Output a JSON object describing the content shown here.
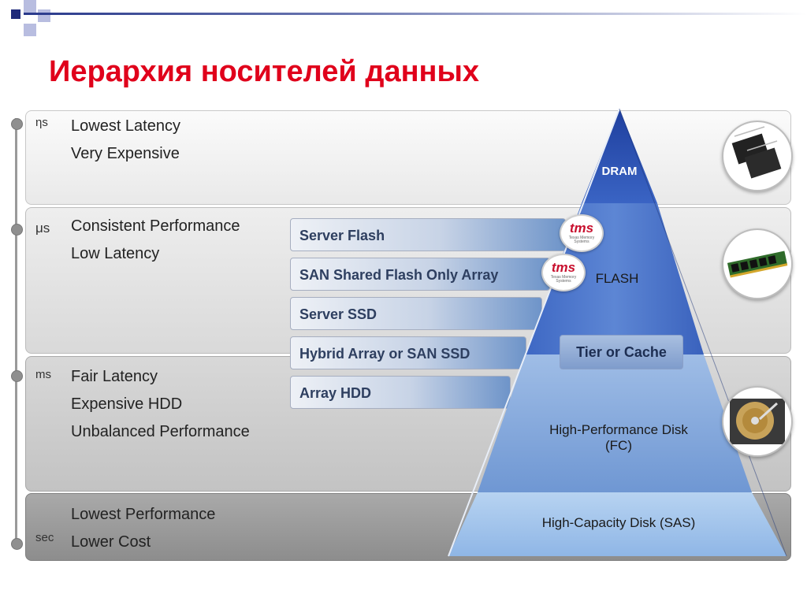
{
  "title": "Иерархия носителей данных",
  "colors": {
    "title": "#e0001b",
    "accent_blue": "#2a3a8c"
  },
  "bands": [
    {
      "unit": "ηs",
      "lines": [
        "Lowest Latency",
        "Very Expensive"
      ]
    },
    {
      "unit": "μs",
      "lines": [
        "Consistent Performance",
        "Low Latency"
      ]
    },
    {
      "unit": "ms",
      "lines": [
        "Fair Latency",
        "Expensive HDD",
        "Unbalanced Performance"
      ]
    },
    {
      "unit": "sec",
      "lines": [
        "Lowest Performance",
        "Lower Cost"
      ]
    }
  ],
  "tiers": [
    "Server Flash",
    "SAN Shared Flash Only Array",
    "Server SSD",
    "Hybrid Array or SAN SSD",
    "Array HDD"
  ],
  "pyramid": {
    "dram": "DRAM",
    "flash": "FLASH",
    "tier_cache": "Tier or Cache",
    "hp_disk_line1": "High-Performance Disk",
    "hp_disk_line2": "(FC)",
    "hc_disk": "High-Capacity Disk (SAS)"
  },
  "logo": {
    "text": "tms",
    "subtext": "Texas Memory Systems"
  },
  "icons": [
    "memory-chips-icon",
    "ram-module-icon",
    "hard-disk-icon"
  ]
}
